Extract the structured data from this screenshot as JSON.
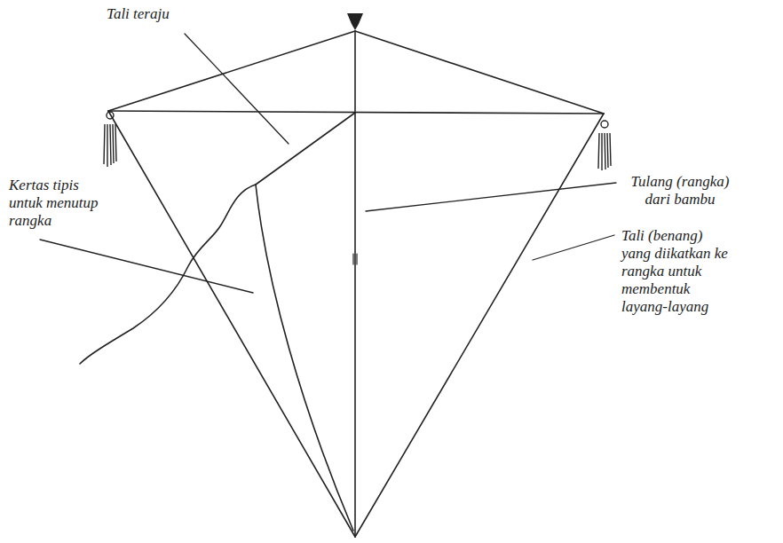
{
  "diagram": {
    "labels": [
      "Tali teraju",
      "Kertas tipis untuk menutup rangka",
      "Tulang (rangka) dari bambu",
      "Tali (benang) yang diikatkan ke rangka untuk membentuk layang-layang"
    ]
  }
}
